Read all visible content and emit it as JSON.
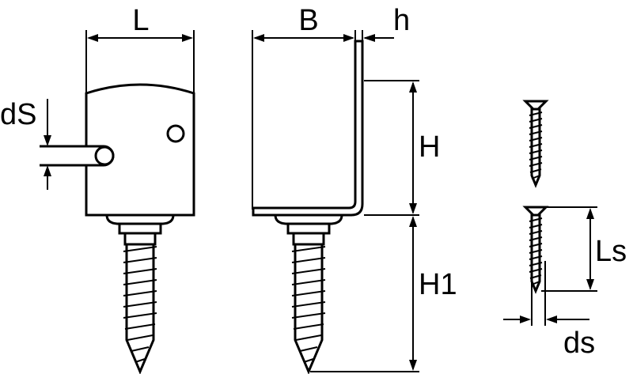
{
  "labels": {
    "length": "L",
    "width": "B",
    "thickness": "h",
    "hole_diameter": "dS",
    "height": "H",
    "screw_height": "H1",
    "screw_length": "Ls",
    "screw_diameter": "ds"
  }
}
